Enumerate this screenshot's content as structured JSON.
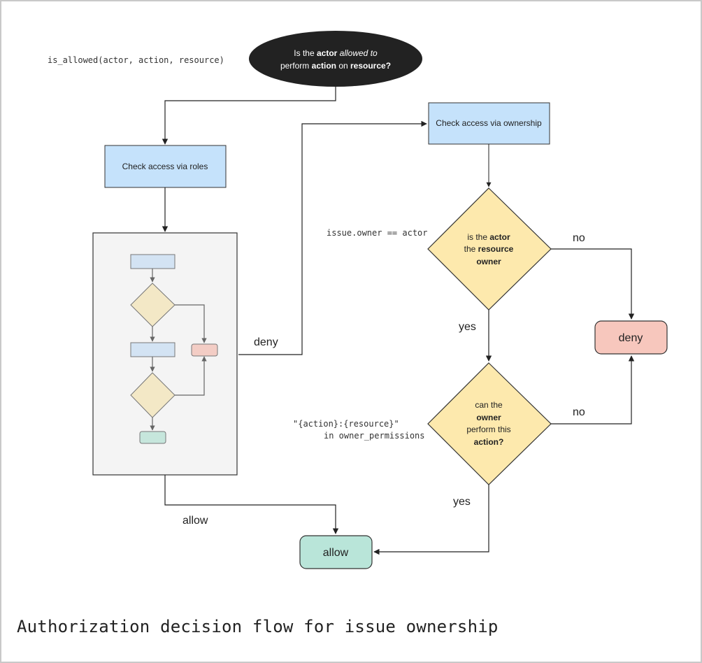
{
  "function_signature": "is_allowed(actor, action, resource)",
  "start": {
    "line1_pre": "Is the ",
    "line1_bold": "actor",
    "line1_italic": " allowed to",
    "line2_pre": "perform ",
    "line2_bold1": "action",
    "line2_mid": " on ",
    "line2_bold2": "resource?"
  },
  "roles_box": "Check access via roles",
  "ownership_box": "Check access via ownership",
  "owner_condition_code": "issue.owner == actor",
  "decision_owner": {
    "line1_pre": "is the ",
    "line1_bold": "actor",
    "line2_pre": "the ",
    "line2_bold": "resource",
    "line3_bold": "owner"
  },
  "decision_perm": {
    "line1": "can the",
    "line2_bold": "owner",
    "line3": "perform this",
    "line4_bold": "action?"
  },
  "perm_condition_code": {
    "line1": "\"{action}:{resource}\"",
    "line2": "in owner_permissions"
  },
  "labels": {
    "deny_edge": "deny",
    "allow_edge": "allow",
    "no_1": "no",
    "no_2": "no",
    "yes_1": "yes",
    "yes_2": "yes"
  },
  "terminal_deny": "deny",
  "terminal_allow": "allow",
  "caption": "Authorization decision flow for issue ownership",
  "colors": {
    "blue_box": "#c5e2fb",
    "yellow_diamond": "#fde9ad",
    "deny_fill": "#f7c7bd",
    "allow_fill": "#b9e5d9",
    "panel_fill": "#f4f4f4",
    "start_fill": "#222222"
  }
}
